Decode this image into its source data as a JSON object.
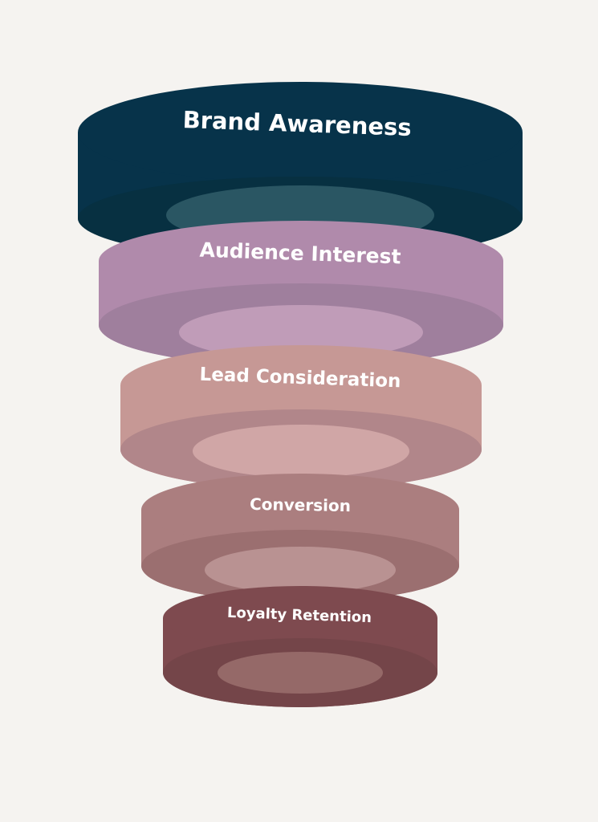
{
  "diagram": {
    "type": "funnel",
    "background": "#f5f3f0",
    "stages": [
      {
        "label": "Brand Awareness",
        "colors": {
          "top": "#07334a",
          "side": "#07334a",
          "rim": "#073041",
          "inner": "#2a5663"
        }
      },
      {
        "label": "Audience Interest",
        "colors": {
          "top": "#b08aab",
          "side": "#b08aab",
          "rim": "#9f7f9d",
          "inner": "#c09cb8"
        }
      },
      {
        "label": "Lead Consideration",
        "colors": {
          "top": "#c69895",
          "side": "#c69895",
          "rim": "#b1868a",
          "inner": "#d0a6a6"
        }
      },
      {
        "label": "Conversion",
        "colors": {
          "top": "#ab7e7f",
          "side": "#ab7e7f",
          "rim": "#9b6f70",
          "inner": "#b99292"
        }
      },
      {
        "label": "Loyalty Retention",
        "colors": {
          "top": "#7e4a4f",
          "side": "#7e4a4f",
          "rim": "#744549",
          "inner": "#956968"
        }
      }
    ]
  }
}
